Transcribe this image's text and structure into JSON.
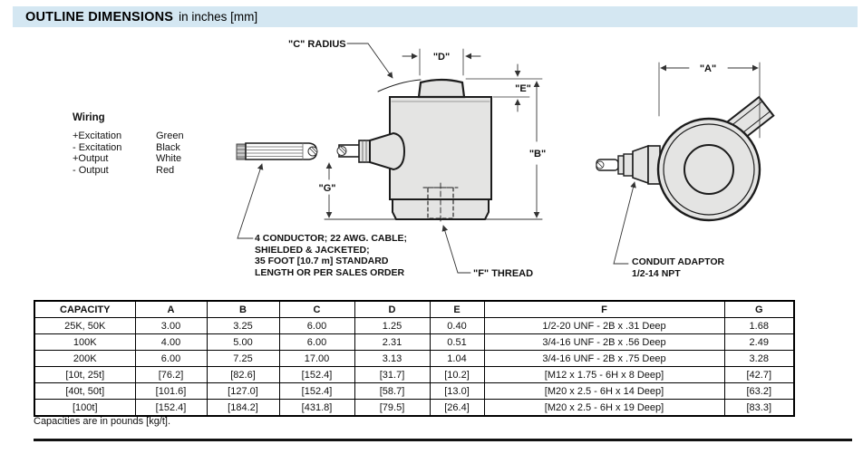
{
  "header": {
    "title": "OUTLINE DIMENSIONS",
    "subtitle": "in inches [mm]"
  },
  "wiring": {
    "title": "Wiring",
    "rows": [
      {
        "signal": "+Excitation",
        "color": "Green"
      },
      {
        "signal": "- Excitation",
        "color": "Black"
      },
      {
        "signal": "+Output",
        "color": "White"
      },
      {
        "signal": "- Output",
        "color": "Red"
      }
    ]
  },
  "side_view": {
    "labels": {
      "c_radius": "\"C\" RADIUS",
      "d": "\"D\"",
      "e": "\"E\"",
      "b": "\"B\"",
      "g": "\"G\"",
      "f_thread": "\"F\" THREAD"
    },
    "cable_note": {
      "line1": "4 CONDUCTOR; 22 AWG. CABLE;",
      "line2": "SHIELDED & JACKETED;",
      "line3": "35 FOOT [10.7 m] STANDARD",
      "line4": "LENGTH OR PER SALES ORDER"
    }
  },
  "top_view": {
    "labels": {
      "a": "\"A\""
    },
    "conduit_note": {
      "line1": "CONDUIT ADAPTOR",
      "line2": "1/2-14 NPT"
    }
  },
  "table": {
    "headers": [
      "CAPACITY",
      "A",
      "B",
      "C",
      "D",
      "E",
      "F",
      "G"
    ],
    "rows": [
      [
        "25K, 50K",
        "3.00",
        "3.25",
        "6.00",
        "1.25",
        "0.40",
        "1/2-20 UNF - 2B x .31 Deep",
        "1.68"
      ],
      [
        "100K",
        "4.00",
        "5.00",
        "6.00",
        "2.31",
        "0.51",
        "3/4-16 UNF - 2B x .56 Deep",
        "2.49"
      ],
      [
        "200K",
        "6.00",
        "7.25",
        "17.00",
        "3.13",
        "1.04",
        "3/4-16 UNF - 2B x .75 Deep",
        "3.28"
      ],
      [
        "[10t, 25t]",
        "[76.2]",
        "[82.6]",
        "[152.4]",
        "[31.7]",
        "[10.2]",
        "[M12 x 1.75 - 6H x 8 Deep]",
        "[42.7]"
      ],
      [
        "[40t, 50t]",
        "[101.6]",
        "[127.0]",
        "[152.4]",
        "[58.7]",
        "[13.0]",
        "[M20 x 2.5 - 6H x 14 Deep]",
        "[63.2]"
      ],
      [
        "[100t]",
        "[152.4]",
        "[184.2]",
        "[431.8]",
        "[79.5]",
        "[26.4]",
        "[M20 x 2.5 - 6H x 19 Deep]",
        "[83.3]"
      ]
    ],
    "footnote": "Capacities are in pounds [kg/t]."
  },
  "colors": {
    "header_bg": "#d4e7f2",
    "drawing_fill": "#e4e4e3",
    "line": "#1c1c1c"
  }
}
